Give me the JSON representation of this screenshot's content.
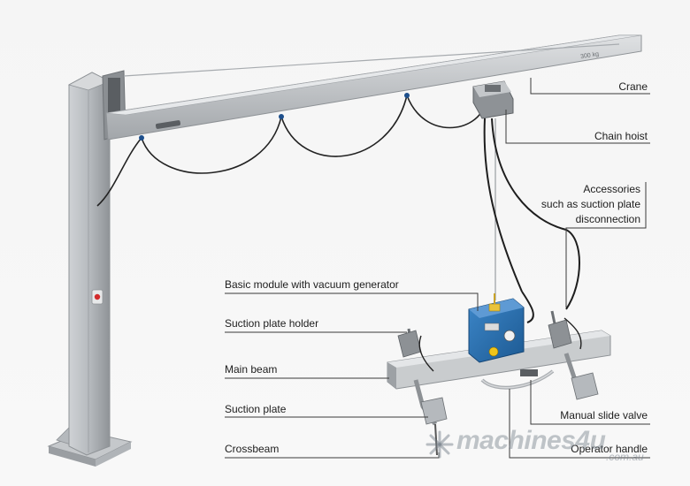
{
  "labels": {
    "crane": "Crane",
    "chain_hoist": "Chain hoist",
    "accessories_line1": "Accessories",
    "accessories_line2": "such as suction plate",
    "accessories_line3": "disconnection",
    "basic_module": "Basic module with vacuum generator",
    "suction_plate_holder": "Suction plate holder",
    "main_beam": "Main beam",
    "suction_plate": "Suction plate",
    "crossbeam": "Crossbeam",
    "manual_slide_valve": "Manual slide valve",
    "operator_handle": "Operator handle"
  },
  "beam_marking": "300 kg",
  "watermark": {
    "brand": "machines4u",
    "domain": ".com.au"
  },
  "colors": {
    "frame": "#b9bcbf",
    "frame_dark": "#8e9296",
    "module_blue": "#2a6fb0",
    "leader_line": "#3a3a3a",
    "hose": "#222222",
    "button_red": "#d22b2b"
  }
}
